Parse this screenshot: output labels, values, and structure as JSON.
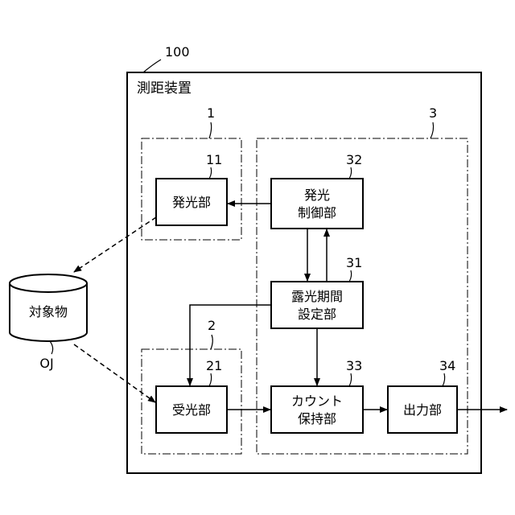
{
  "device": {
    "ref": "100",
    "title": "測距装置"
  },
  "groups": {
    "light_emitter": {
      "ref": "1"
    },
    "light_receiver": {
      "ref": "2"
    },
    "controller": {
      "ref": "3"
    }
  },
  "blocks": {
    "emitter": {
      "ref": "11",
      "lines": [
        "発光部"
      ]
    },
    "emit_ctrl": {
      "ref": "32",
      "lines": [
        "発光",
        "制御部"
      ]
    },
    "exposure": {
      "ref": "31",
      "lines": [
        "露光期間",
        "設定部"
      ]
    },
    "receiver": {
      "ref": "21",
      "lines": [
        "受光部"
      ]
    },
    "counter": {
      "ref": "33",
      "lines": [
        "カウント",
        "保持部"
      ]
    },
    "output": {
      "ref": "34",
      "lines": [
        "出力部"
      ]
    }
  },
  "object": {
    "label": "対象物",
    "ref": "OJ"
  }
}
